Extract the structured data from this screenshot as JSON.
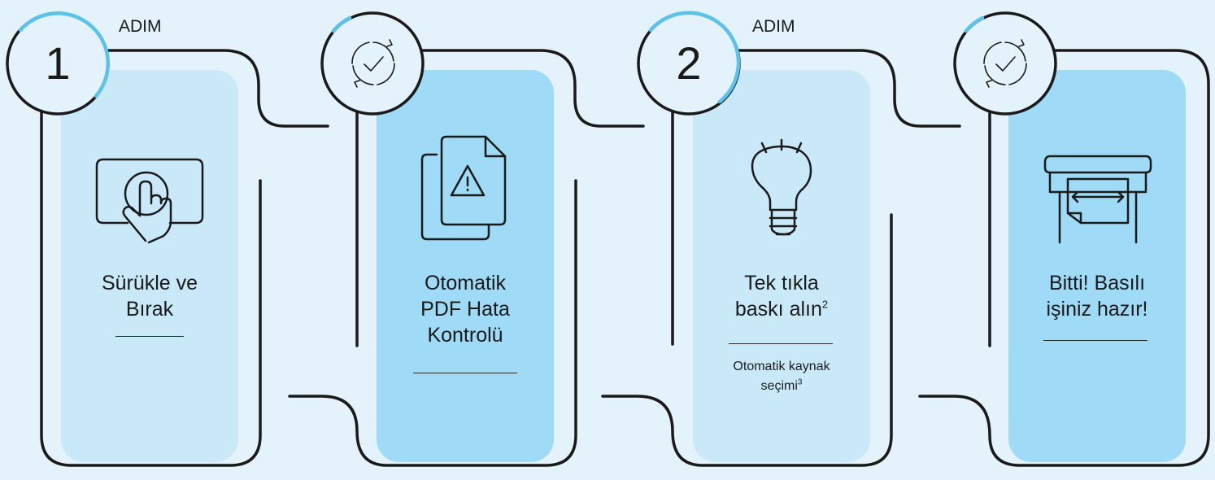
{
  "steps": [
    {
      "badge": "1",
      "step_word": "ADIM",
      "label_lines": [
        "Sürükle ve",
        "Bırak"
      ],
      "icon": "touch-screen-icon"
    },
    {
      "badge": "check",
      "label_lines": [
        "Otomatik",
        "PDF Hata",
        "Kontrolü"
      ],
      "icon": "pdf-warning-icon"
    },
    {
      "badge": "2",
      "step_word": "ADIM",
      "label_lines": [
        "Tek tıkla",
        "baskı alın"
      ],
      "label_sup": "2",
      "sub_lines": [
        "Otomatik kaynak",
        "seçimi"
      ],
      "sub_sup": "3",
      "icon": "lightbulb-icon"
    },
    {
      "badge": "check",
      "label_lines": [
        "Bitti! Basılı",
        "işiniz hazır!"
      ],
      "icon": "printer-icon"
    }
  ],
  "colors": {
    "background": "#e3f2fb",
    "card_light": "#c9e9f9",
    "card_dark": "#9fdaf6",
    "accent": "#5bc3ea",
    "line": "#1a1a1a"
  }
}
